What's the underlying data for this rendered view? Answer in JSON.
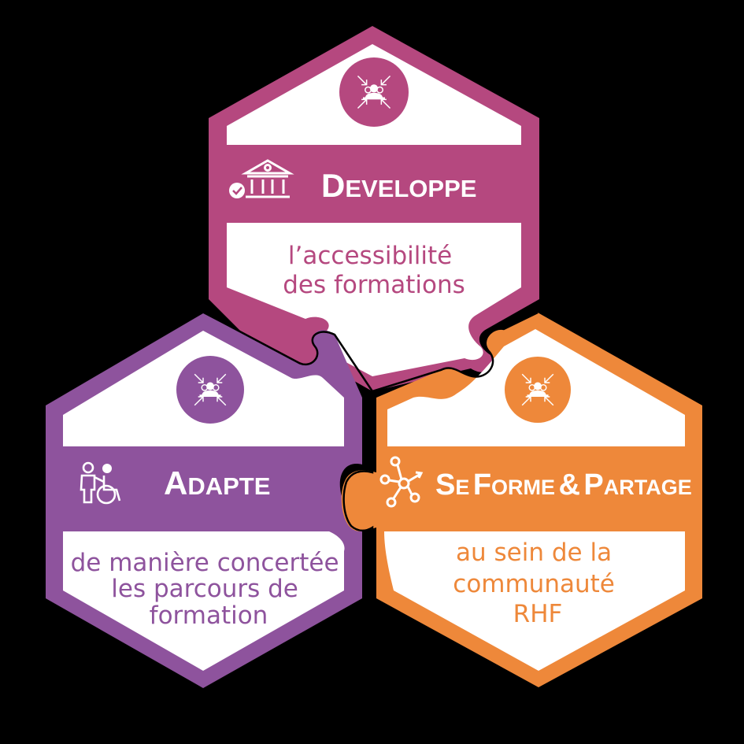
{
  "colors": {
    "background": "#000000",
    "top": "#B5487F",
    "left": "#8E539D",
    "right": "#EE883A",
    "inner": "#FFFFFF"
  },
  "hexagons": {
    "top": {
      "title_initial": "D",
      "title_rest": "EVELOPPE",
      "title_icon": "bank-check-icon",
      "badge_icon": "people-gather-arrows-icon",
      "lines": [
        "l’accessibilité",
        "des formations"
      ]
    },
    "left": {
      "title_initial": "A",
      "title_rest": "DAPTE",
      "title_icon": "wheelchair-helper-icon",
      "badge_icon": "people-gather-arrows-icon",
      "lines": [
        "de manière concertée",
        "les parcours de",
        "formation"
      ]
    },
    "right": {
      "title_parts": [
        {
          "initial": "S",
          "rest": "E"
        },
        {
          "initial": "F",
          "rest": "ORME"
        },
        {
          "initial": "&",
          "rest": ""
        },
        {
          "initial": "P",
          "rest": "ARTAGE"
        }
      ],
      "title_icon": "network-share-icon",
      "badge_icon": "people-gather-arrows-icon",
      "lines": [
        "au sein de la",
        "communauté",
        "RHF"
      ]
    }
  }
}
